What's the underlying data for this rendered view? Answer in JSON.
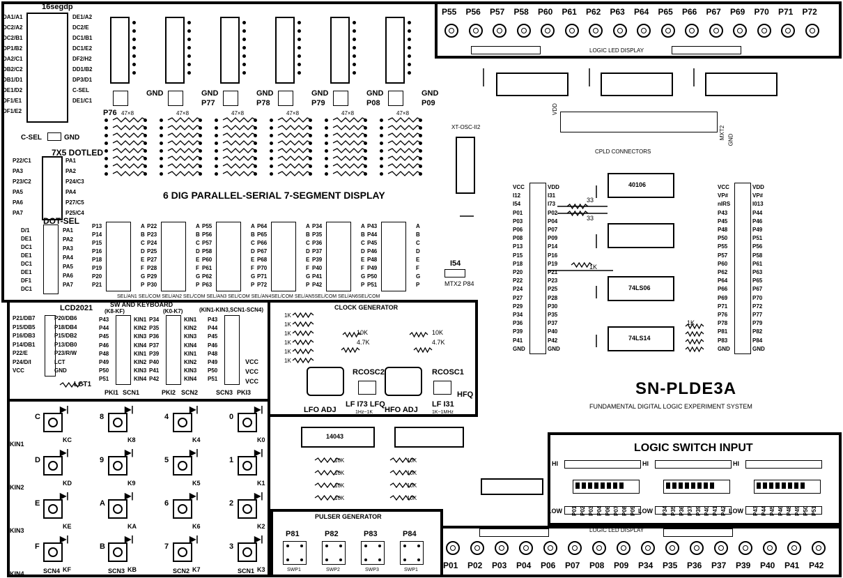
{
  "board": {
    "title": "SN-PLDE3A",
    "subtitle": "FUNDAMENTAL DIGITAL LOGIC EXPERIMENT SYSTEM"
  },
  "seg": {
    "chip_label": "16segdp",
    "left_pins": [
      "DA1/A1",
      "DC2/A2",
      "DC2/B1",
      "DP1/B2",
      "DA2/C1",
      "DB2/C2",
      "DB1/D1",
      "DE1/D2",
      "DF1/E1",
      "DF1/E2"
    ],
    "right_pins": [
      "DE1/A2",
      "DC2/E",
      "DC1/B1",
      "DC1/E2",
      "DF2/H2",
      "DD1/B2",
      "DP3/D1",
      "C-SEL",
      "DE1/C1"
    ],
    "gnd_label": "GND",
    "csel_label": "C-SEL",
    "gnd2_label": "GND",
    "title": "6 DIG PARALLEL-SERIAL 7-SEGMENT DISPLAY",
    "ports": [
      "P76",
      "P77",
      "P78",
      "P79",
      "P08",
      "P09"
    ],
    "res_value": "47×8",
    "bottom_labels": "SEL/AN1 SEL/COM SEL/AN2 SEL/COM SEL/AN3 SEL/COM SEL/AN4SEL/COM SEL/AN5SEL/COM SEL/AN6SEL/COM",
    "pin_cols": [
      [
        "P13",
        "P14",
        "P15",
        "P16",
        "P18",
        "P19",
        "P20",
        "P21"
      ],
      [
        "P22",
        "P23",
        "P24",
        "P25",
        "P27",
        "P28",
        "P29",
        "P30"
      ],
      [
        "P55",
        "P56",
        "P57",
        "P58",
        "P60",
        "P61",
        "P62",
        "P63"
      ],
      [
        "P64",
        "P65",
        "P66",
        "P67",
        "P68",
        "P70",
        "P71",
        "P72"
      ],
      [
        "P34",
        "P35",
        "P36",
        "P37",
        "P39",
        "P40",
        "P41",
        "P42"
      ],
      [
        "P43",
        "P44",
        "P45",
        "P46",
        "P48",
        "P49",
        "P50",
        "P51"
      ]
    ],
    "seg_letters": [
      "A",
      "B",
      "C",
      "D",
      "E",
      "F",
      "G",
      "P"
    ]
  },
  "dotmatrix": {
    "title": "7X5 DOTLED",
    "left_pins": [
      "P22/C1",
      "PA3",
      "P23/C2",
      "PA5",
      "PA6",
      "PA7"
    ],
    "right_pins": [
      "PA1",
      "PA2",
      "P24/C3",
      "PA4",
      "P27/C5",
      "P25/C4"
    ],
    "dotsel": "DOT-SEL",
    "bot_left": [
      "D/1",
      "DE1",
      "DC1",
      "DE1",
      "DC1",
      "DE1",
      "DF1",
      "DC1"
    ],
    "bot_right": [
      "PA1",
      "PA2",
      "PA3",
      "PA4",
      "PA5",
      "PA6",
      "PA7"
    ]
  },
  "led_top": {
    "labels": [
      "P55",
      "P56",
      "P57",
      "P58",
      "P60",
      "P61",
      "P62",
      "P63",
      "P64",
      "P65",
      "P66",
      "P67",
      "P69",
      "P70",
      "P71",
      "P72"
    ],
    "caption": "LOGIC LED DISPLAY"
  },
  "led_bottom": {
    "labels": [
      "P01",
      "P02",
      "P03",
      "P04",
      "P06",
      "P07",
      "P08",
      "P09",
      "P34",
      "P35",
      "P36",
      "P37",
      "P39",
      "P40",
      "P41",
      "P42"
    ],
    "caption": "LOGIC LED DISPLAY"
  },
  "cpld": {
    "caption": "CPLD CONNECTORS",
    "osc_label": "XT-OSC-II2",
    "chips": [
      "40106",
      "74LS06",
      "74LS14"
    ],
    "res_values": [
      "33",
      "33",
      "1K",
      "1K"
    ],
    "j2_left": [
      "VCC",
      "I12",
      "I54",
      "P01",
      "P03",
      "P06",
      "P08",
      "P13",
      "P15",
      "P18",
      "P20",
      "P22",
      "P24",
      "P27",
      "P29",
      "P34",
      "P36",
      "P39",
      "P41",
      "GND"
    ],
    "j2_right": [
      "VDD",
      "I31",
      "I73",
      "P02",
      "P04",
      "P07",
      "P09",
      "P14",
      "P16",
      "P19",
      "P21",
      "P23",
      "P25",
      "P28",
      "P30",
      "P35",
      "P37",
      "P40",
      "P42",
      "GND"
    ],
    "j3_left": [
      "VCC",
      "VP#",
      "nIRS",
      "P43",
      "P45",
      "P48",
      "P50",
      "P55",
      "P57",
      "P60",
      "P62",
      "P64",
      "P66",
      "P69",
      "P71",
      "P76",
      "P78",
      "P81",
      "P83",
      "GND"
    ],
    "j3_right": [
      "VDD",
      "VP#",
      "I013",
      "P44",
      "P46",
      "P49",
      "P51",
      "P56",
      "P58",
      "P61",
      "P63",
      "P65",
      "P67",
      "P70",
      "P72",
      "P77",
      "P79",
      "P82",
      "P84",
      "GND"
    ],
    "mtx": "MTX2 P84",
    "i54": "I54",
    "gnd": "GND",
    "mtx_vert": "MXT2",
    "vdd": "VDD"
  },
  "lcd": {
    "title": "LCD2021",
    "left": [
      "P21/DB7",
      "P15/DB5",
      "P16/DB3",
      "P14/DB1",
      "P22/E",
      "P24/D/I",
      "VCC"
    ],
    "right": [
      "P20/DB6",
      "P18/DB4",
      "P15/DB2",
      "P13/DB0",
      "P23/R/W",
      "LCT",
      "GND"
    ],
    "lct1": "LCT1"
  },
  "keyboard": {
    "title": "SW AND KEYBOARD",
    "col_heads": [
      "(K8-KF)",
      "(K0-K7)",
      "(KIN1-KIN3,SCN1-SCN4)"
    ],
    "col1": [
      "P43",
      "P44",
      "P45",
      "P46",
      "P48",
      "P49",
      "P50",
      "P51"
    ],
    "col2": [
      "P34",
      "P35",
      "P36",
      "P37",
      "P39",
      "P40",
      "P41",
      "P42"
    ],
    "col3": [
      "P43",
      "P44",
      "P45",
      "P46",
      "P48",
      "P49",
      "P50",
      "P51"
    ],
    "kin": [
      "KIN1",
      "KIN2",
      "KIN3",
      "KIN4",
      "KIN1",
      "KIN2",
      "KIN3",
      "KIN4"
    ],
    "vcc": "VCC",
    "bottom": [
      "PKI1",
      "SCN1",
      "PKI2",
      "SCN2",
      "SCN3",
      "PKI3"
    ],
    "key_rows": [
      [
        "C",
        "8",
        "4",
        "0"
      ],
      [
        "D",
        "9",
        "5",
        "1"
      ],
      [
        "E",
        "A",
        "6",
        "2"
      ],
      [
        "F",
        "B",
        "7",
        "3"
      ]
    ],
    "key_caps": [
      [
        "KC",
        "K8",
        "K4",
        "K0"
      ],
      [
        "KD",
        "K9",
        "K5",
        "K1"
      ],
      [
        "KE",
        "KA",
        "K6",
        "K2"
      ],
      [
        "KF",
        "KB",
        "K7",
        "K3"
      ]
    ],
    "kin_lines": [
      "KIN1",
      "KIN2",
      "KIN3",
      "KIN4"
    ],
    "scn": [
      "SCN4",
      "SCN3",
      "SCN2",
      "SCN1"
    ]
  },
  "clock": {
    "title": "CLOCK GENERATOR",
    "rc1": "RCOSC2",
    "rc2": "RCOSC1",
    "hfq": "HFQ",
    "r1": "10K",
    "r2": "4.7K",
    "lfq": "LF I73 LFQ",
    "lf131": "LF I31",
    "lfo": "LFO ADJ",
    "hfo": "HFO ADJ",
    "lfrange": "1Hz~1K",
    "hfrange": "1K~1MHz",
    "res": [
      "1K",
      "1K",
      "1K",
      "1K",
      "1K",
      "1K"
    ]
  },
  "osc2": {
    "chip": "14043",
    "res": [
      "10K",
      "10K",
      "10K",
      "10K",
      "10K",
      "10K",
      "10K",
      "10K"
    ]
  },
  "pulser": {
    "title": "PULSER GENERATOR",
    "labels": [
      "P81",
      "P82",
      "P83",
      "P84"
    ],
    "caps": [
      "SWP1",
      "SWP2",
      "SWP3",
      "SWP1"
    ]
  },
  "switches": {
    "title": "LOGIC SWITCH INPUT",
    "hi": "HI",
    "low": "LOW",
    "groups": [
      [
        "P01",
        "P02",
        "P03",
        "P04",
        "P06",
        "P07",
        "P08",
        "P09"
      ],
      [
        "P34",
        "P35",
        "P36",
        "P37",
        "P39",
        "P40",
        "P41",
        "P42"
      ],
      [
        "P43",
        "P44",
        "P45",
        "P46",
        "P48",
        "P49",
        "P50",
        "P51"
      ]
    ]
  }
}
